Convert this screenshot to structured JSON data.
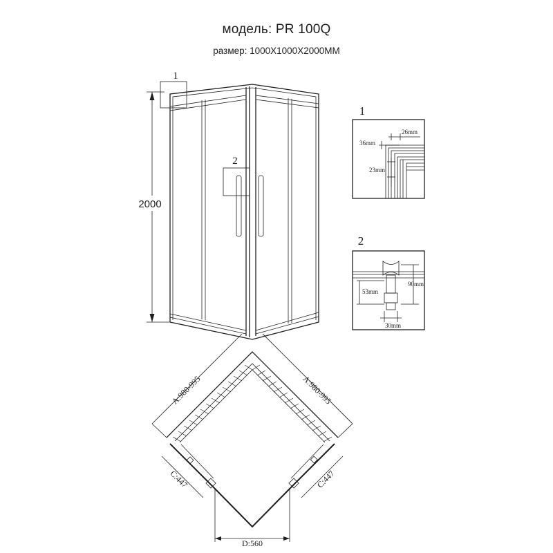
{
  "header": {
    "model": "модель: PR 100Q",
    "size": "размер: 1000X1000X2000MM"
  },
  "front_view": {
    "height_label": "2000",
    "callout_1": "1",
    "callout_2": "2"
  },
  "detail_1": {
    "number": "1",
    "dim_26": "26mm",
    "dim_36": "36mm",
    "dim_23": "23mm"
  },
  "detail_2": {
    "number": "2",
    "dim_90": "90mm",
    "dim_53": "53mm",
    "dim_30": "30mm"
  },
  "plan_view": {
    "dim_a_left": "A:980-995",
    "dim_a_right": "A:980-995",
    "dim_c_left": "C:447",
    "dim_c_right": "C:447",
    "dim_d": "D:560"
  }
}
